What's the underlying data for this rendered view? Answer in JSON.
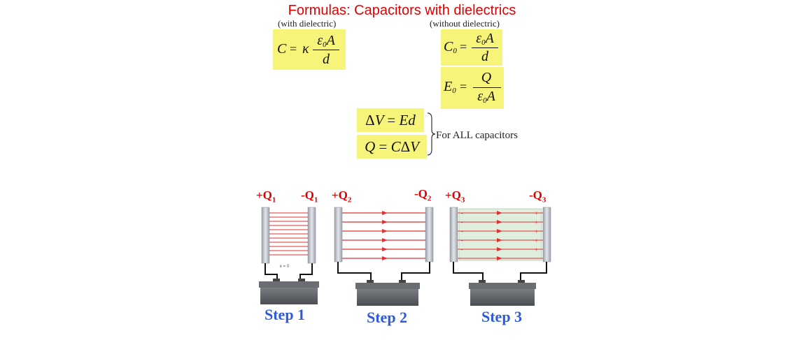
{
  "title": "Formulas: Capacitors with dielectrics",
  "labels": {
    "with_dielectric": "(with dielectric)",
    "without_dielectric": "(without dielectric)",
    "for_all": "For ALL capacitors"
  },
  "formulas": {
    "c_dielectric": "C = κ ε₀A / d",
    "c_vacuum": "C₀ = ε₀A / d",
    "e_vacuum": "E₀ = Q / ε₀A",
    "delta_v": "ΔV = Ed",
    "charge": "Q = CΔV"
  },
  "charges": {
    "step1_left": "+Q",
    "step1_left_sub": "1",
    "step1_right": "-Q",
    "step1_right_sub": "1",
    "step2_left": "+Q",
    "step2_left_sub": "2",
    "step2_right": "-Q",
    "step2_right_sub": "2",
    "step3_left": "+Q",
    "step3_left_sub": "3",
    "step3_right": "-Q",
    "step3_right_sub": "3"
  },
  "kappa_label": "κ = 0",
  "steps": [
    "Step 1",
    "Step 2",
    "Step 3"
  ],
  "colors": {
    "title": "#e00000",
    "highlight": "#f6f57a",
    "step": "#2f5bd6",
    "field": "#e23030"
  }
}
